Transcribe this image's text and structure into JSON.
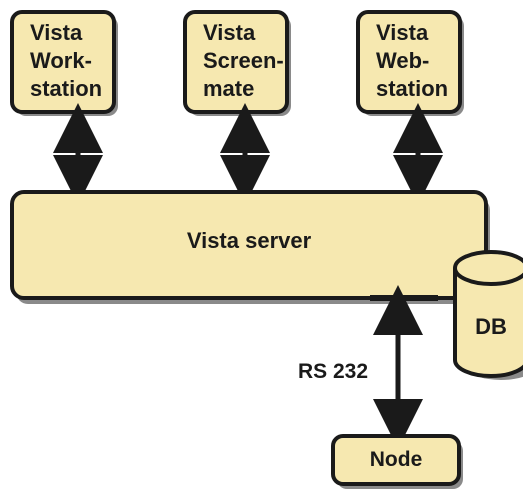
{
  "clients": [
    {
      "label": "Vista\nWork-\nstation"
    },
    {
      "label": "Vista\nScreen-\nmate"
    },
    {
      "label": "Vista\nWeb-\nstation"
    }
  ],
  "server": {
    "label": "Vista server"
  },
  "database": {
    "label": "DB"
  },
  "link": {
    "label": "RS 232"
  },
  "node": {
    "label": "Node"
  },
  "colors": {
    "box_fill": "#f6e8b0",
    "box_stroke": "#1a1a1a",
    "shadow": "#8a8a8a"
  }
}
